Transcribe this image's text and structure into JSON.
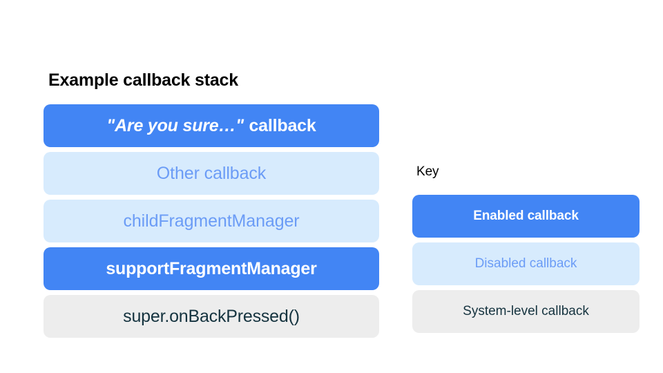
{
  "slide": {
    "background_color": "#ffffff"
  },
  "colors": {
    "enabled_fill": "#4285f4",
    "enabled_text": "#ffffff",
    "disabled_fill": "#d7ebfd",
    "disabled_text": "#6b9cf6",
    "system_fill": "#ededed",
    "system_text": "#15333f",
    "heading_text": "#000000"
  },
  "stack": {
    "title": "Example callback stack",
    "items": [
      {
        "state": "enabled",
        "label": "\"Are you sure…\" callback",
        "quoted_part": "\"Are you sure…\"",
        "plain_part": "callback"
      },
      {
        "state": "disabled",
        "label": "Other callback"
      },
      {
        "state": "disabled",
        "label": "childFragmentManager"
      },
      {
        "state": "enabled",
        "label": "supportFragmentManager"
      },
      {
        "state": "system",
        "label": "super.onBackPressed()"
      }
    ]
  },
  "key": {
    "title": "Key",
    "items": [
      {
        "state": "enabled",
        "label": "Enabled callback"
      },
      {
        "state": "disabled",
        "label": "Disabled callback"
      },
      {
        "state": "system",
        "label": "System-level callback"
      }
    ]
  }
}
